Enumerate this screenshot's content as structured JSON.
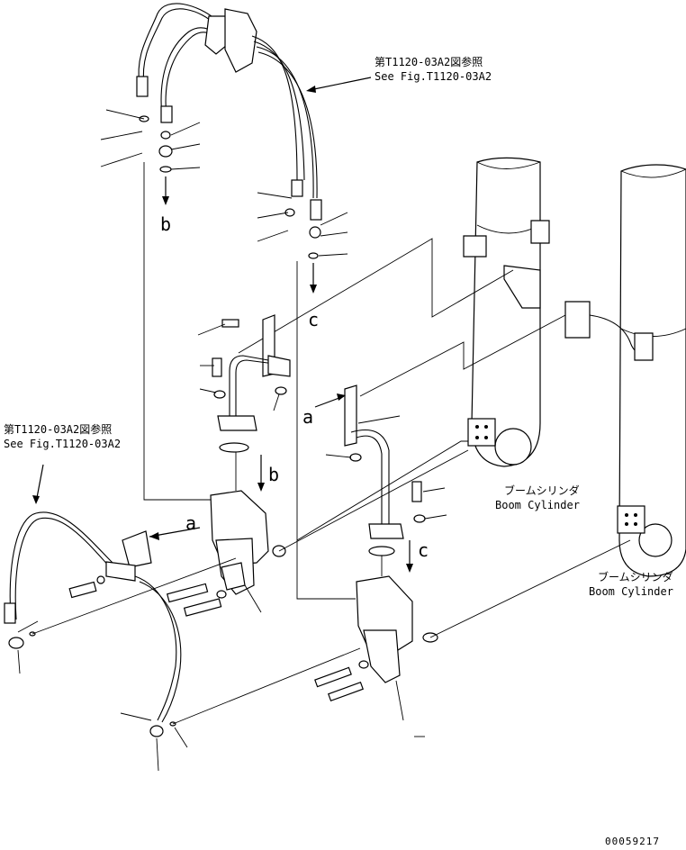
{
  "refs": {
    "top": {
      "jp": "第T1120-03A2図参照",
      "en": "See Fig.T1120-03A2"
    },
    "left": {
      "jp": "第T1120-03A2図参照",
      "en": "See Fig.T1120-03A2"
    }
  },
  "cylinders": {
    "left": {
      "jp": "ブームシリンダ",
      "en": "Boom Cylinder"
    },
    "right": {
      "jp": "ブームシリンダ",
      "en": "Boom Cylinder"
    }
  },
  "letters": {
    "b_top": "b",
    "c_top": "c",
    "a_mid": "a",
    "b_mid": "b",
    "a_left": "a",
    "c_mid": "c"
  },
  "footer": {
    "code": "00059217"
  }
}
